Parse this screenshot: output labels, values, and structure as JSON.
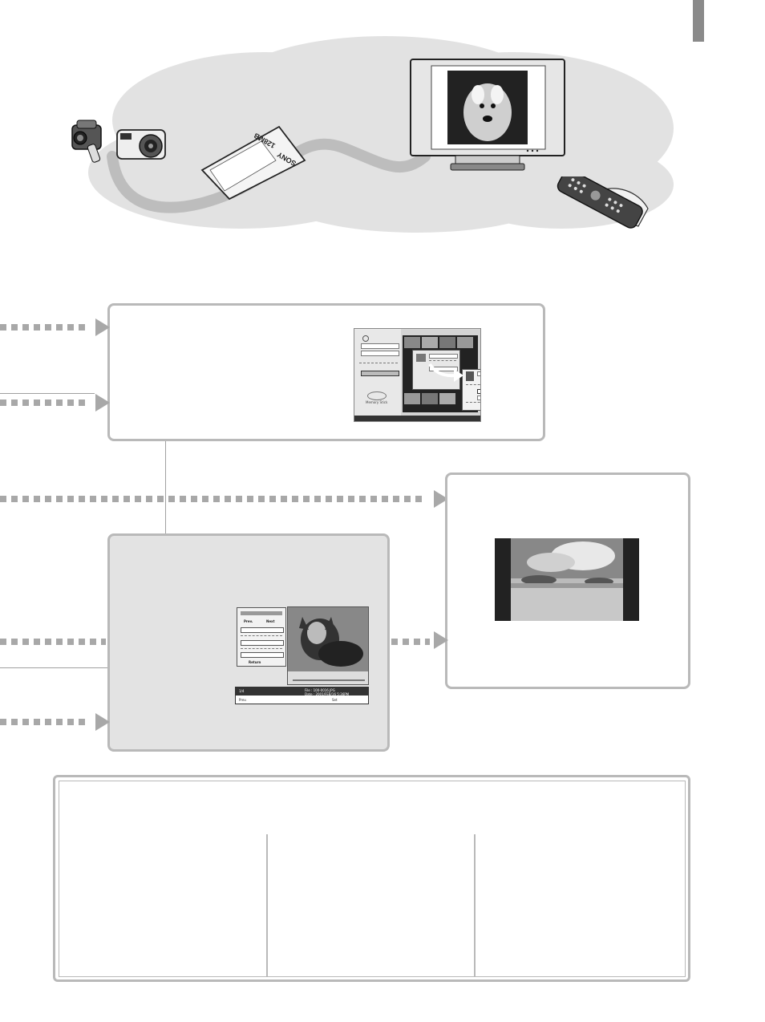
{
  "memory_stick": {
    "brand": "SONY",
    "capacity": "128MB"
  },
  "menu_screenshot": {
    "logo": "Memory Stick"
  },
  "viewer_screenshot": {
    "panel_prev": "Prev.",
    "panel_next": "Next",
    "panel_return": "Return",
    "counter": "1/4",
    "info_file": "File : 100-0016.JPG",
    "info_date": "Date : 2001/FEB/16  5:36PM",
    "bottom_prev": "Prev.",
    "bottom_set": "Set"
  },
  "colors": {
    "box_border": "#b9b9b9",
    "arrow": "#a8a8a8",
    "shade": "#e3e3e3",
    "cloud": "#e2e2e2"
  },
  "icons": [
    "camcorder-icon",
    "digital-camera-icon",
    "memory-stick-icon",
    "tv-icon",
    "remote-control-icon"
  ]
}
